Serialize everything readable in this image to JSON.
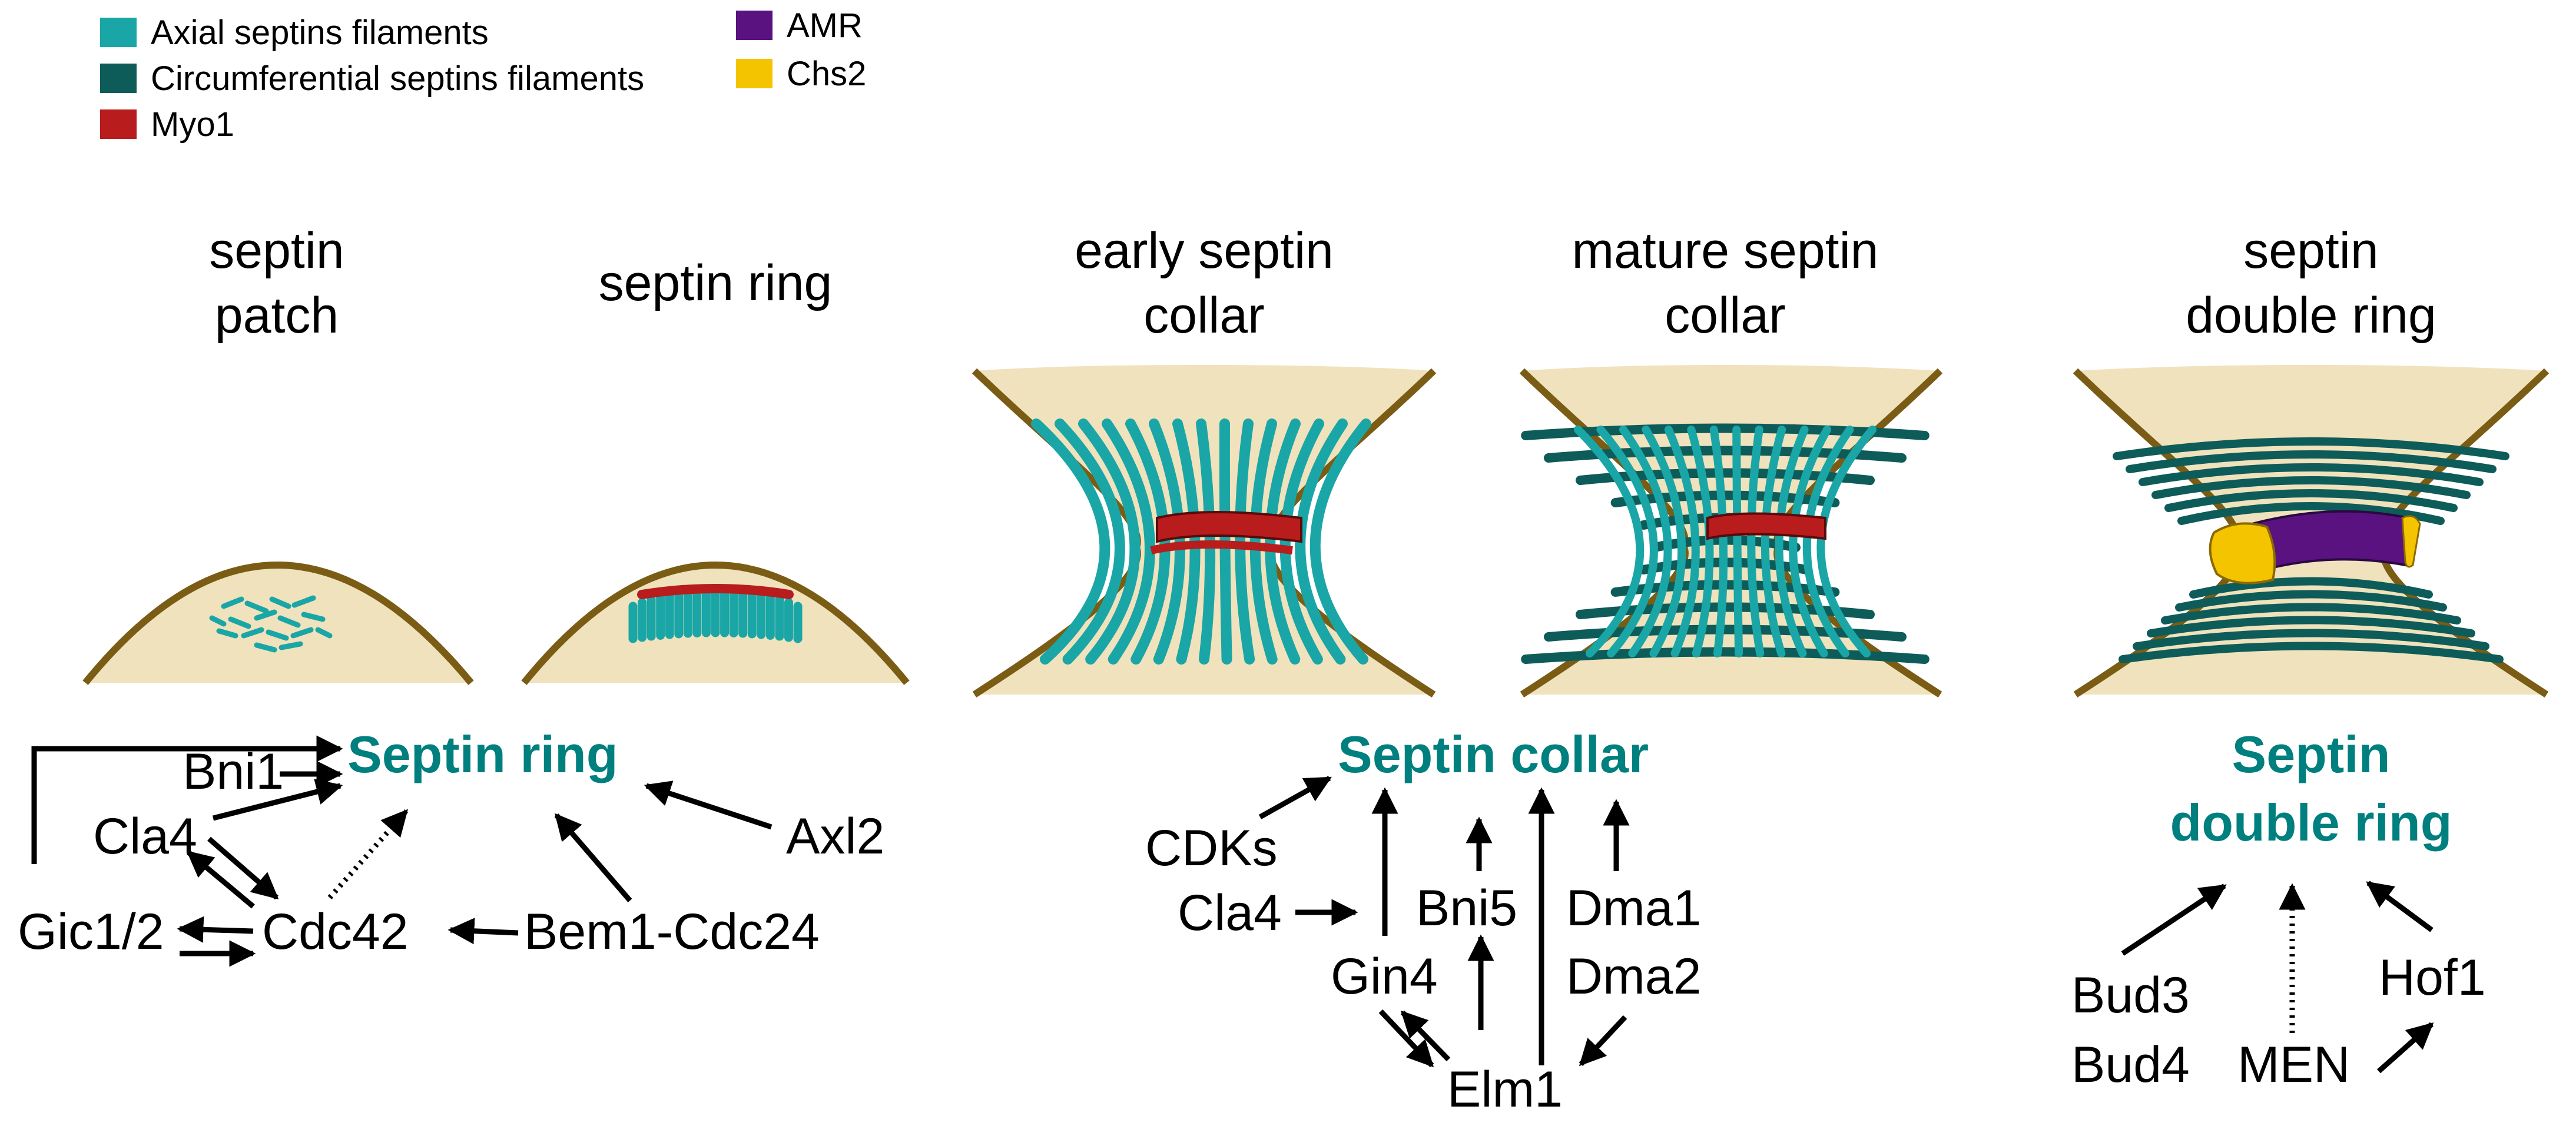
{
  "legend": [
    {
      "label": "Axial septins filaments",
      "color": "#1aa6a6"
    },
    {
      "label": "Circumferential septins filaments",
      "color": "#0e5c59"
    },
    {
      "label": "Myo1",
      "color": "#b81c1c"
    },
    {
      "label": "AMR",
      "color": "#5a1280"
    },
    {
      "label": "Chs2",
      "color": "#f5c400"
    }
  ],
  "stages": [
    {
      "line1": "septin",
      "line2": "patch"
    },
    {
      "line1": "septin ring",
      "line2": ""
    },
    {
      "line1": "early septin",
      "line2": "collar"
    },
    {
      "line1": "mature septin",
      "line2": "collar"
    },
    {
      "line1": "septin",
      "line2": "double ring"
    }
  ],
  "networks": {
    "ring": {
      "title": "Septin ring",
      "nodes": {
        "bni1": "Bni1",
        "cla4": "Cla4",
        "gic": "Gic1/2",
        "cdc42": "Cdc42",
        "bem1": "Bem1-Cdc24",
        "axl2": "Axl2"
      }
    },
    "collar": {
      "title": "Septin collar",
      "nodes": {
        "cdks": "CDKs",
        "cla4": "Cla4",
        "bni5": "Bni5",
        "dma1": "Dma1",
        "dma2": "Dma2",
        "gin4": "Gin4",
        "elm1": "Elm1"
      }
    },
    "double": {
      "title_line1": "Septin",
      "title_line2": "double ring",
      "nodes": {
        "bud3": "Bud3",
        "bud4": "Bud4",
        "men": "MEN",
        "hof1": "Hof1"
      }
    }
  },
  "colors": {
    "axial": "#1aa6a6",
    "circumferential": "#0e5c59",
    "myo1": "#b81c1c",
    "amr": "#5a1280",
    "chs2": "#f5c400",
    "membrane": "#7a5c14",
    "cytoplasm": "#f0e2bc",
    "network_title": "#007f7f"
  }
}
